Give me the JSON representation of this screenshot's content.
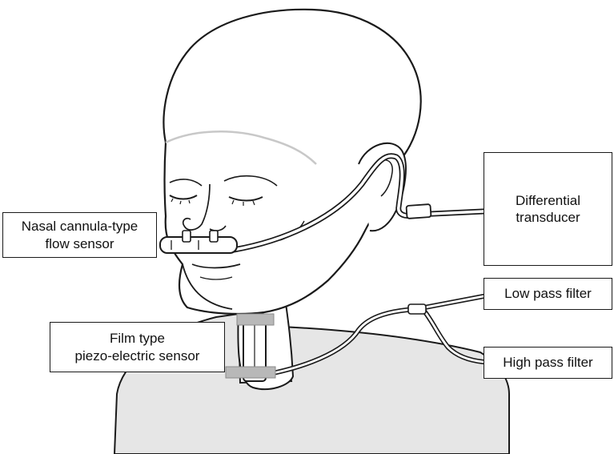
{
  "labels": {
    "nasal_sensor": {
      "line1": "Nasal cannula-type",
      "line2": "flow sensor"
    },
    "film_sensor": {
      "line1": "Film type",
      "line2": "piezo-electric sensor"
    },
    "differential_transducer": {
      "line1": "Differential",
      "line2": "transducer"
    },
    "low_pass_filter": {
      "text": "Low pass filter"
    },
    "high_pass_filter": {
      "text": "High pass filter"
    }
  },
  "colors": {
    "line": "#1a1a1a",
    "shoulders_fill": "#e6e6e6",
    "skin_fill": "#ffffff",
    "tape_fill": "#b8b8b8",
    "hairline": "#c8c8c8"
  }
}
